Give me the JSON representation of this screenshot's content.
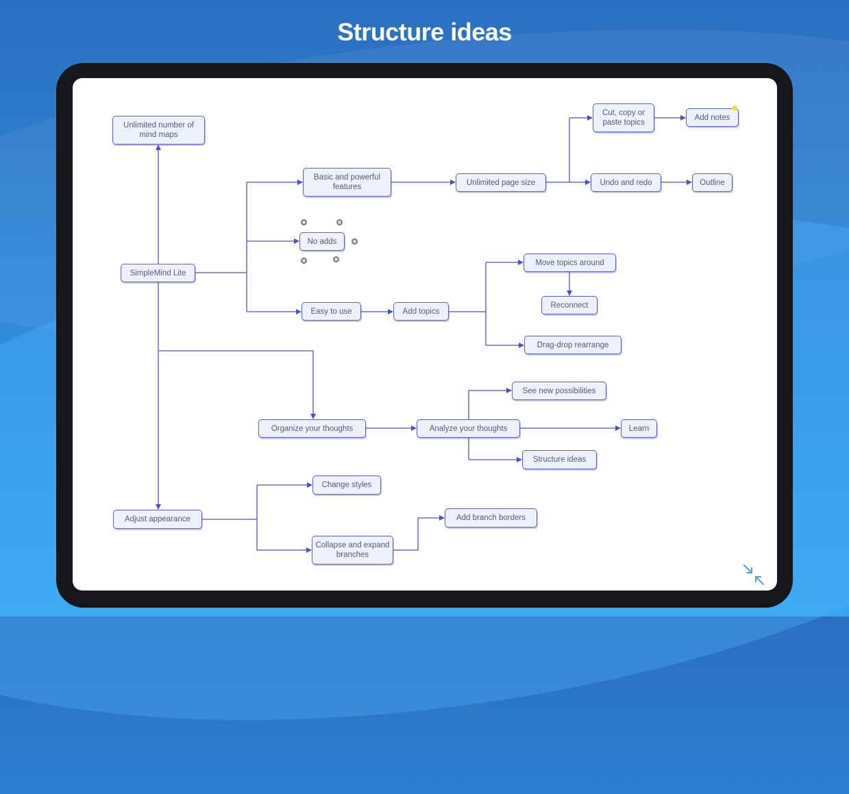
{
  "headline": "Structure ideas",
  "mindmap": {
    "nodes": {
      "unlimited_maps": "Unlimited number of mind maps",
      "simplemind": "SimpleMind Lite",
      "basic_features": "Basic and powerful features",
      "unlimited_page": "Unlimited page size",
      "cut_copy": "Cut, copy or paste topics",
      "add_notes": "Add notes",
      "undo_redo": "Undo and redo",
      "outline": "Outline",
      "no_adds": "No adds",
      "easy": "Easy to use",
      "add_topics": "Add topics",
      "move_topics": "Move topics around",
      "reconnect": "Reconnect",
      "drag_drop": "Drag-drop rearrange",
      "organize": "Organize your thoughts",
      "analyze": "Analyze your thoughts",
      "see_new": "See new possibilities",
      "learn": "Learn",
      "structure": "Structure ideas",
      "adjust": "Adjust appearance",
      "change_styles": "Change styles",
      "collapse": "Collapse and expand branches",
      "branch_borders": "Add branch borders"
    }
  },
  "colors": {
    "line": "#4b50c4",
    "node_border": "#5a5fcf",
    "node_fill": "#eef0fb"
  }
}
